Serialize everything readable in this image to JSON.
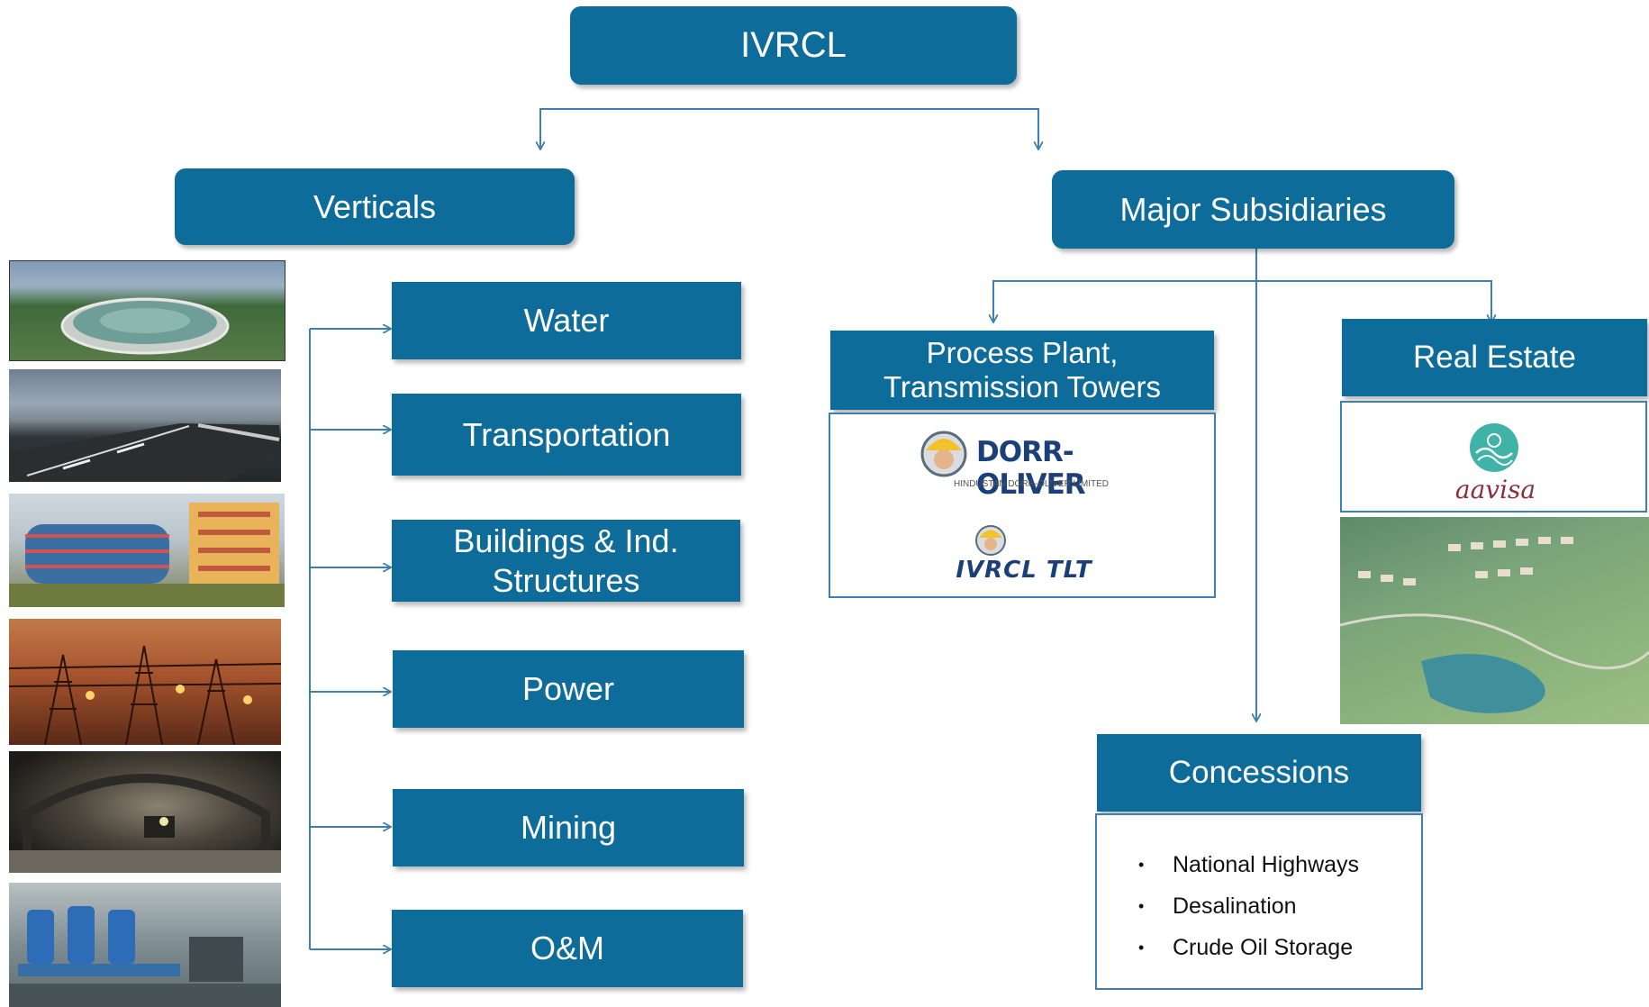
{
  "root": {
    "label": "IVRCL"
  },
  "verticals": {
    "label": "Verticals",
    "items": [
      {
        "label": "Water"
      },
      {
        "label": "Transportation"
      },
      {
        "label": "Buildings & Ind. Structures"
      },
      {
        "label": "Power"
      },
      {
        "label": "Mining"
      },
      {
        "label": "O&M"
      }
    ]
  },
  "subsidiaries": {
    "label": "Major Subsidiaries",
    "process_plant": {
      "label": "Process Plant, Transmission Towers",
      "logo1_main": "DORR-OLIVER",
      "logo1_sub": "HINDUSTAN DORR-OLIVER LIMITED",
      "logo2_main": "IVRCL TLT"
    },
    "real_estate": {
      "label": "Real Estate",
      "logo": "aavisa"
    },
    "concessions": {
      "label": "Concessions",
      "items": [
        "National Highways",
        "Desalination",
        "Crude Oil Storage"
      ]
    }
  },
  "colors": {
    "box": "#0e6c9a",
    "connector": "#3e7fb0"
  }
}
